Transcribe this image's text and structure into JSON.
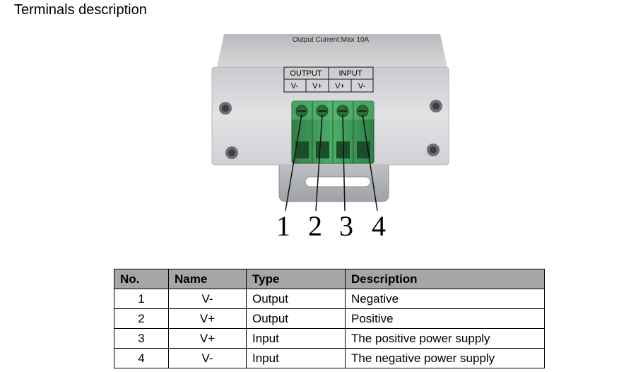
{
  "page": {
    "title": "Terminals description"
  },
  "device": {
    "label": "Output Current:Max 10A",
    "terminal_groups": [
      "OUTPUT",
      "INPUT"
    ],
    "terminal_pins": [
      "V-",
      "V+",
      "V+",
      "V-"
    ],
    "callouts": [
      "1",
      "2",
      "3",
      "4"
    ]
  },
  "table": {
    "headers": [
      "No.",
      "Name",
      "Type",
      "Description"
    ],
    "rows": [
      {
        "no": "1",
        "name": "V-",
        "type": "Output",
        "description": "Negative"
      },
      {
        "no": "2",
        "name": "V+",
        "type": "Output",
        "description": "Positive"
      },
      {
        "no": "3",
        "name": "V+",
        "type": "Input",
        "description": "The positive power supply"
      },
      {
        "no": "4",
        "name": "V-",
        "type": "Input",
        "description": "The negative power supply"
      }
    ]
  },
  "colors": {
    "header_bg": "#a6a6a6",
    "case": "#d9dadc",
    "terminal_block": "#3f9a5a"
  }
}
